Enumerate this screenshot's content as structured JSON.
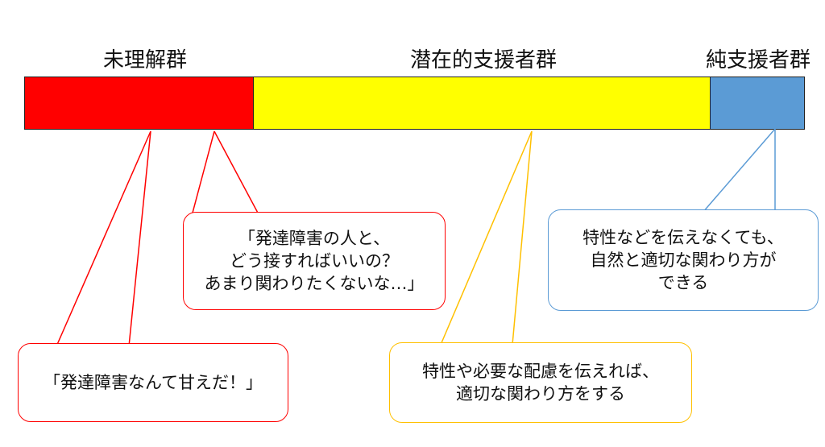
{
  "groups": [
    {
      "label": "未理解群",
      "color": "#ff0000"
    },
    {
      "label": "潜在的支援者群",
      "color": "#ffff00"
    },
    {
      "label": "純支援者群",
      "color": "#5b9bd5"
    }
  ],
  "bubbles": {
    "misunderstanding_1": {
      "lines": [
        "「発達障害の人と、",
        "どう接すればいいの？",
        "あまり関わりたくないな…」"
      ],
      "border": "#ff0000"
    },
    "misunderstanding_2": {
      "lines": [
        "「発達障害なんて甘えだ！」"
      ],
      "border": "#ff0000"
    },
    "potential": {
      "lines": [
        "特性や必要な配慮を伝えれば、",
        "適切な関わり方をする"
      ],
      "border": "#ffc000"
    },
    "pure": {
      "lines": [
        "特性などを伝えなくても、",
        "自然と適切な関わり方が",
        "できる"
      ],
      "border": "#5b9bd5"
    }
  }
}
